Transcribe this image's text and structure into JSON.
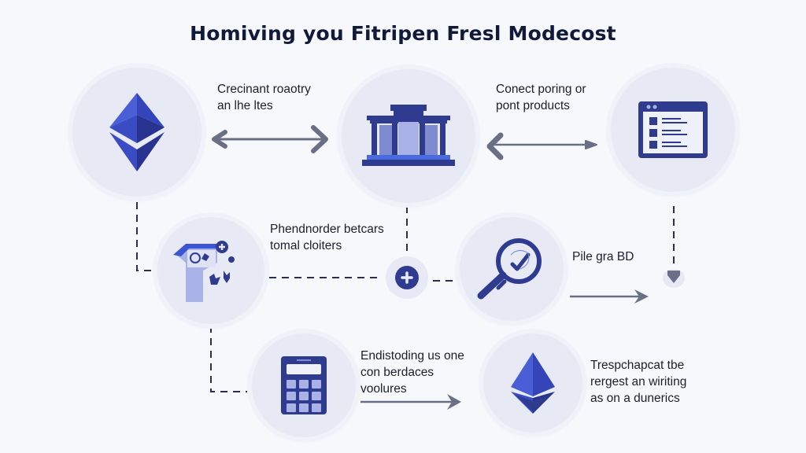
{
  "title": "Homiving you Fitripen Fresl Modecost",
  "colors": {
    "background": "#f7f8fc",
    "node_fill": "#e7e9f5",
    "icon_dark": "#2f3b8f",
    "icon_mid": "#3d4fc0",
    "icon_light": "#a9b2e6",
    "connector": "#2a3050",
    "arrow_gray": "#6a6f86",
    "text": "#1c1f2a"
  },
  "nodes": [
    {
      "id": "ethereum-top",
      "icon": "ethereum-icon"
    },
    {
      "id": "bank",
      "icon": "bank-building-icon"
    },
    {
      "id": "browser-list",
      "icon": "browser-list-icon"
    },
    {
      "id": "cards",
      "icon": "cards-puzzle-icon"
    },
    {
      "id": "add",
      "icon": "plus-icon"
    },
    {
      "id": "search",
      "icon": "magnifier-check-icon"
    },
    {
      "id": "calculator",
      "icon": "calculator-icon"
    },
    {
      "id": "ethereum-bottom",
      "icon": "ethereum-icon"
    }
  ],
  "labels": {
    "eth_bank": [
      "Crecinant roaotry",
      "an lhe ltes"
    ],
    "bank_browser": [
      "Conect poring or",
      "pont products"
    ],
    "cards": [
      "Phendnorder betcars",
      "tomal cloiters"
    ],
    "search": [
      "Pile gra BD"
    ],
    "calculator": [
      "Endistoding us one",
      "con berdaces",
      "voolures"
    ],
    "eth_bottom": [
      "Trespchapcat tbe",
      "rergest an wiriting",
      "as on a dunerics"
    ]
  }
}
